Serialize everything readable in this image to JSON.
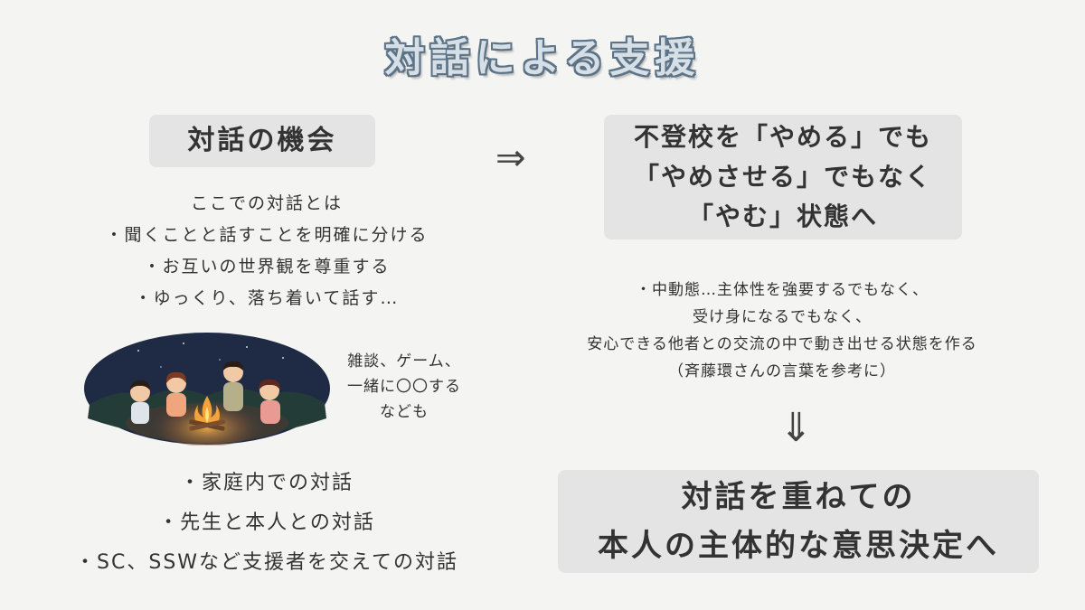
{
  "slide": {
    "title": "対話による支援"
  },
  "left": {
    "heading": "対話の機会",
    "intro": [
      "ここでの対話とは",
      "・聞くことと話すことを明確に分ける",
      "・お互いの世界観を尊重する",
      "・ゆっくり、落ち着いて話す…"
    ],
    "side_note": [
      "雑談、ゲーム、",
      "一緒に〇〇する",
      "なども"
    ],
    "list": [
      "・家庭内での対話",
      "・先生と本人との対話",
      "・SC、SSWなど支援者を交えての対話"
    ]
  },
  "arrows": {
    "right": "⇒",
    "down": "⇓"
  },
  "right": {
    "box_lines": [
      "不登校を「やめる」でも",
      "「やめさせる」でもなく",
      "「やむ」状態へ"
    ],
    "desc": [
      "・中動態…主体性を強要するでもなく、",
      "受け身になるでもなく、",
      "安心できる他者との交流の中で動き出せる状態を作る",
      "（斉藤環さんの言葉を参考に）"
    ],
    "conclusion": [
      "対話を重ねての",
      "本人の主体的な意思決定へ"
    ]
  },
  "colors": {
    "background": "#f4f4f2",
    "box": "#e4e4e4",
    "title_fill": "#d6dee6",
    "title_outline": "#5c7387",
    "text": "#333333"
  }
}
